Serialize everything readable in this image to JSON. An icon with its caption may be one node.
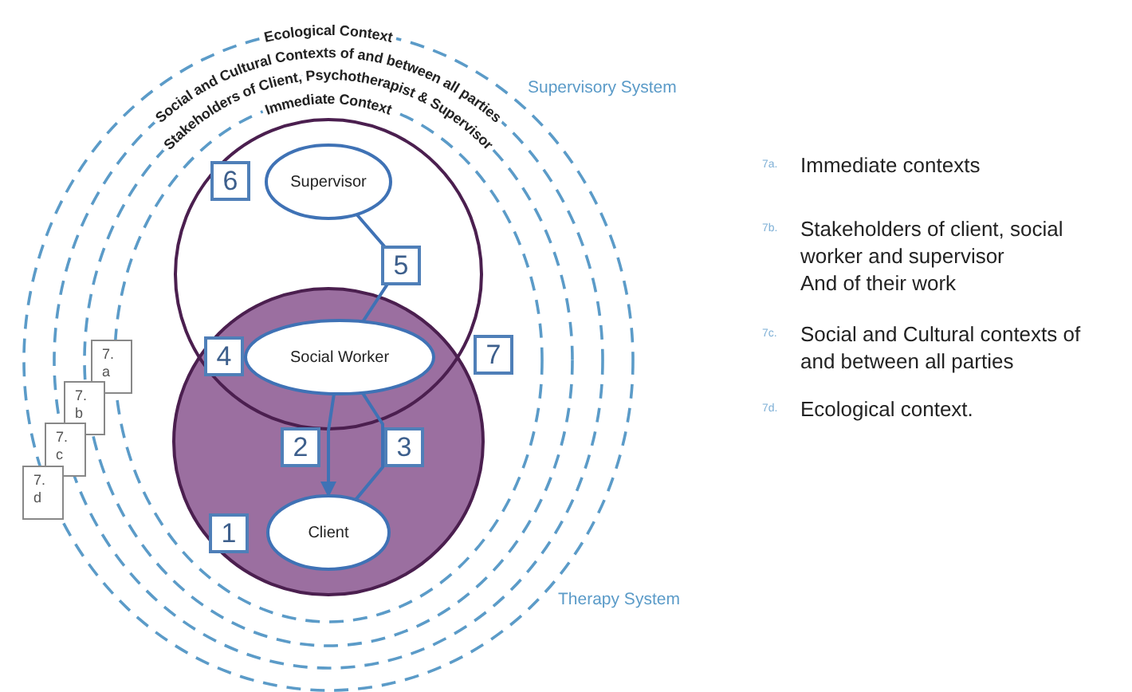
{
  "diagram": {
    "nodes": [
      {
        "text": [
          "Supervisor"
        ]
      },
      {
        "text": [
          "Social Worker"
        ]
      },
      {
        "text": [
          "Client"
        ]
      }
    ],
    "edges": [
      {
        "from": 0,
        "to": 1,
        "arrow": "none",
        "label": "5"
      },
      {
        "from": 1,
        "to": 2,
        "arrow": "to",
        "label": "2"
      },
      {
        "from": 1,
        "to": 2,
        "arrow": "none",
        "label": "3"
      }
    ],
    "labels": [
      "Ecological Context",
      "Social and Cultural Contexts of and between all parties",
      "Stakeholders of Client, Psychotherapist & Supervisor",
      "Immediate Context",
      "Supervisory System",
      "6",
      "4",
      "7",
      "1",
      "7. a",
      "7. b",
      "7. c",
      "7. d",
      "Therapy System",
      "7a.",
      "Immediate contexts",
      "7b.",
      "Stakeholders of client, social worker and supervisor",
      "And of their work",
      "7c.",
      "Social and Cultural contexts of and between all parties",
      "7d.",
      "Ecological context."
    ]
  }
}
